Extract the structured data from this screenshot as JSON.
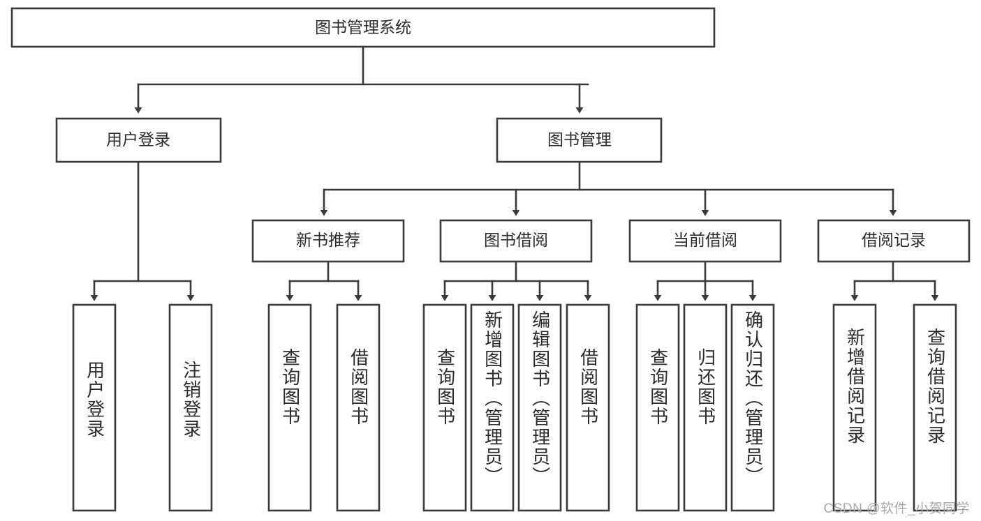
{
  "diagram": {
    "title": "图书管理系统",
    "watermark": "CSDN @软件_小贺同学",
    "colors": {
      "stroke": "#3a3a3a",
      "text": "#2b2b2b",
      "background": "#ffffff",
      "watermark": "#a9a9a9"
    },
    "root": {
      "label": "图书管理系统"
    },
    "level2": [
      {
        "label": "用户登录"
      },
      {
        "label": "图书管理"
      }
    ],
    "level3": [
      {
        "label": "新书推荐"
      },
      {
        "label": "图书借阅"
      },
      {
        "label": "当前借阅"
      },
      {
        "label": "借阅记录"
      }
    ],
    "leaves": {
      "user_login": [
        {
          "label": "用户登录"
        },
        {
          "label": "注销登录"
        }
      ],
      "new_book_recommend": [
        {
          "label": "查询图书"
        },
        {
          "label": "借阅图书"
        }
      ],
      "book_borrow": [
        {
          "label": "查询图书"
        },
        {
          "label": "新增图书（管理员）"
        },
        {
          "label": "编辑图书（管理员）"
        },
        {
          "label": "借阅图书"
        }
      ],
      "current_borrow": [
        {
          "label": "查询图书"
        },
        {
          "label": "归还图书"
        },
        {
          "label": "确认归还（管理员）"
        }
      ],
      "borrow_record": [
        {
          "label": "新增借阅记录"
        },
        {
          "label": "查询借阅记录"
        }
      ]
    }
  }
}
